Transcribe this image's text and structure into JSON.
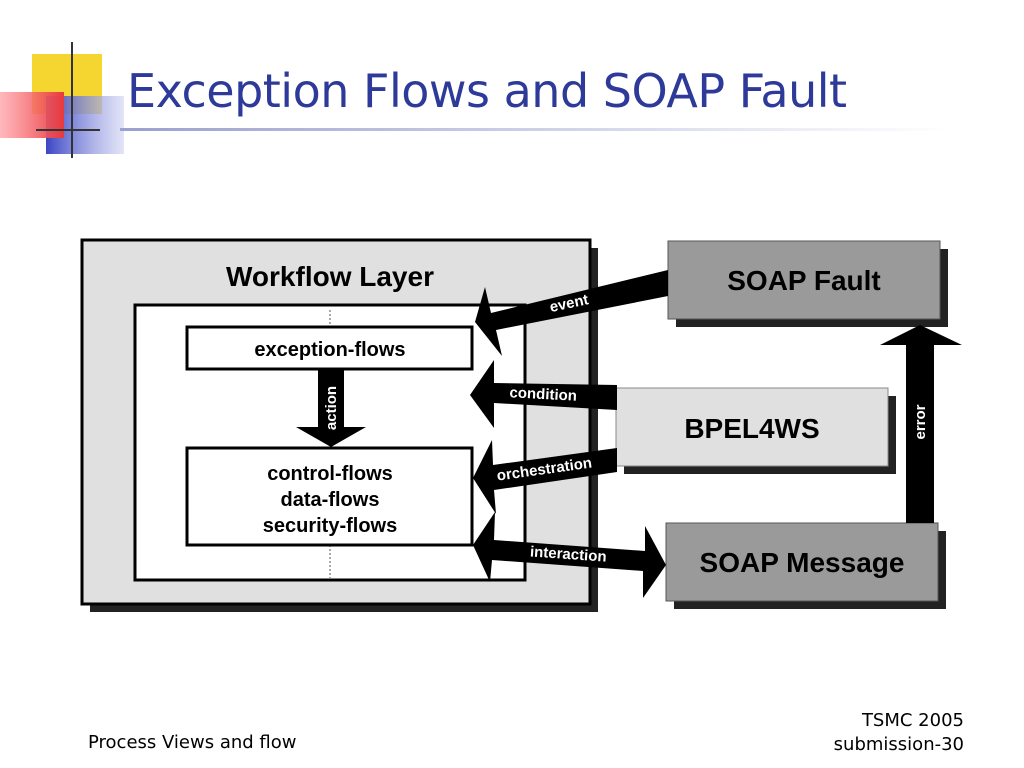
{
  "slide": {
    "title": "Exception Flows and SOAP Fault",
    "footer_left": "Process Views and flow",
    "footer_right_line1": "TSMC 2005",
    "footer_right_line2": "submission-30"
  },
  "diagram": {
    "workflow_layer": "Workflow Layer",
    "exception_flows": "exception-flows",
    "action": "action",
    "inner_lines": [
      "control-flows",
      "data-flows",
      "security-flows"
    ],
    "soap_fault": "SOAP Fault",
    "bpel4ws": "BPEL4WS",
    "soap_message": "SOAP Message",
    "event": "event",
    "condition": "condition",
    "orchestration": "orchestration",
    "interaction": "interaction",
    "error": "error"
  },
  "colors": {
    "title": "#2e3a99",
    "logo_yellow": "#f5d630",
    "logo_red": "#e8383d",
    "logo_blue": "#3b46c4",
    "panel_grey": "#e0e0e0",
    "box_grey": "#9a9a9a"
  }
}
